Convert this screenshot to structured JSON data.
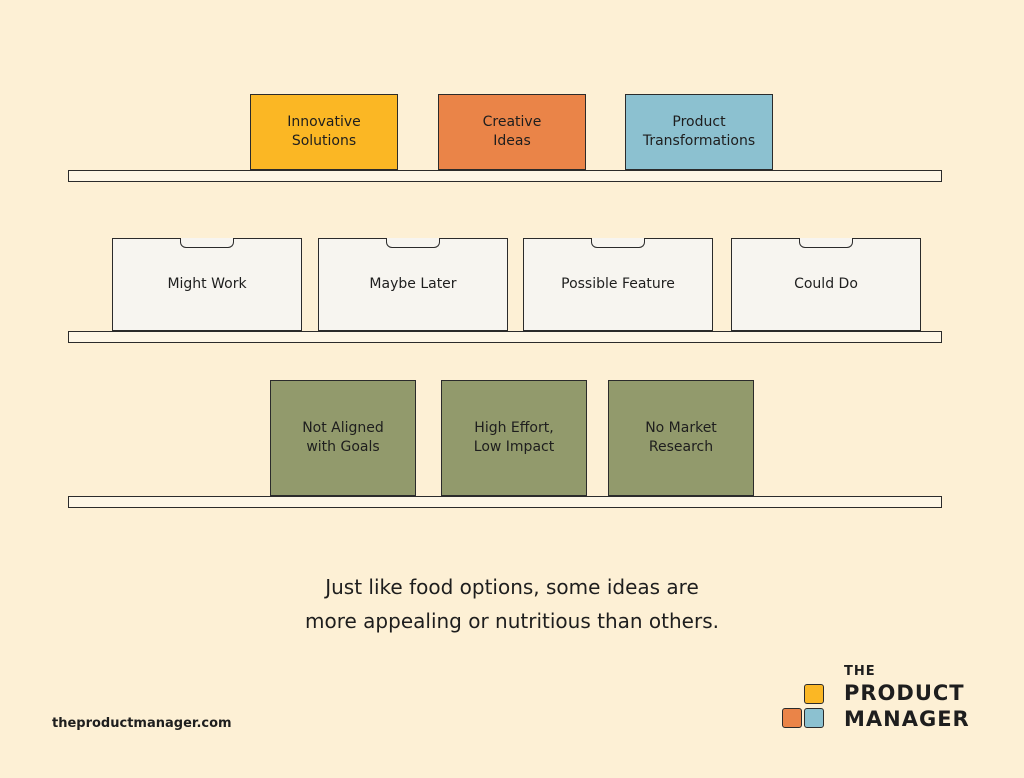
{
  "colors": {
    "background": "#fdf0d5",
    "yellow": "#fbb724",
    "orange": "#ea8448",
    "blue": "#8cc1d0",
    "white_box": "#f7f5f0",
    "green": "#929a6c"
  },
  "shelf_top": {
    "boxes": [
      {
        "label": "Innovative\nSolutions",
        "color": "yellow"
      },
      {
        "label": "Creative\nIdeas",
        "color": "orange"
      },
      {
        "label": "Product\nTransformations",
        "color": "blue"
      }
    ]
  },
  "shelf_middle": {
    "boxes": [
      {
        "label": "Might Work"
      },
      {
        "label": "Maybe Later"
      },
      {
        "label": "Possible Feature"
      },
      {
        "label": "Could Do"
      }
    ]
  },
  "shelf_bottom": {
    "boxes": [
      {
        "label": "Not Aligned\nwith Goals"
      },
      {
        "label": "High Effort,\nLow Impact"
      },
      {
        "label": "No Market\nResearch"
      }
    ]
  },
  "caption": "Just like food options, some ideas are\nmore appealing or nutritious than others.",
  "footer": {
    "url": "theproductmanager.com"
  },
  "logo": {
    "line1": "THE",
    "line2": "PRODUCT",
    "line3": "MANAGER",
    "square_colors": [
      "#fbb724",
      "#ea8448",
      "#8cc1d0"
    ]
  }
}
